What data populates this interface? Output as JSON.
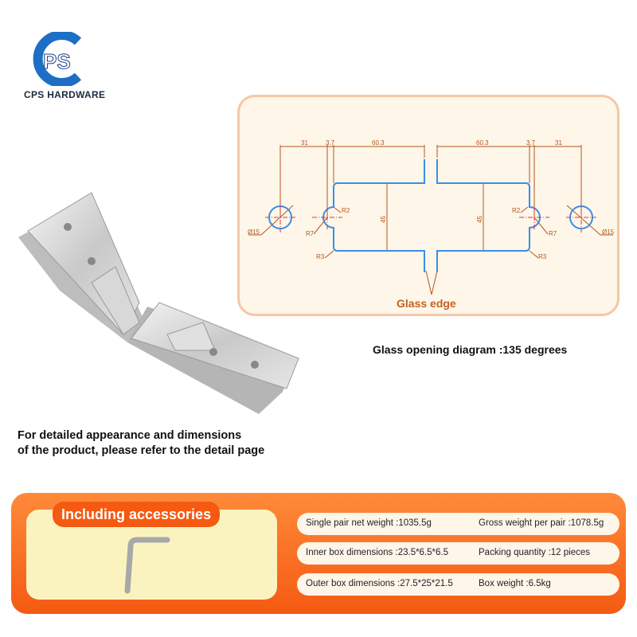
{
  "brand": {
    "logo_text": "CPS",
    "name": "CPS HARDWARE"
  },
  "diagram": {
    "dims_top": [
      "31",
      "3.7",
      "60.3",
      "60.3",
      "3.7",
      "31"
    ],
    "height_label": "45",
    "left_labels": {
      "hole": "Ø15",
      "r2": "R2",
      "r7": "R7",
      "r3": "R3"
    },
    "right_labels": {
      "hole": "Ø15",
      "r2": "R2",
      "r7": "R7",
      "r3": "R3"
    },
    "glass_edge": "Glass edge",
    "caption": "Glass opening diagram :135 degrees"
  },
  "product_note": [
    "For detailed appearance and dimensions",
    "of the product, please refer to the detail page"
  ],
  "accessories": {
    "title": "Including accessories"
  },
  "specs": [
    {
      "a": "Single pair net weight :1035.5g",
      "b": "Gross weight per pair :1078.5g"
    },
    {
      "a": "Inner box dimensions :23.5*6.5*6.5",
      "b": "Packing quantity :12 pieces"
    },
    {
      "a": "Outer box dimensions :27.5*25*21.5",
      "b": "Box weight :6.5kg"
    }
  ],
  "colors": {
    "orange": "#f45a12",
    "blue": "#3a8ee6",
    "dim": "#b5561c",
    "center": "#e8323c"
  }
}
